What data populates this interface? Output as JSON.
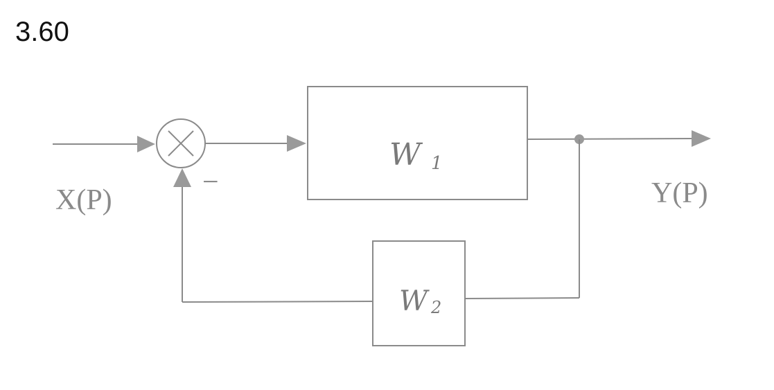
{
  "figure": {
    "number": "3.60"
  },
  "signals": {
    "input_label": "X(P)",
    "output_label": "Y(P)",
    "feedback_sign": "−"
  },
  "blocks": {
    "forward": {
      "main": "W",
      "sub": "1"
    },
    "feedback": {
      "main": "W",
      "sub": "2"
    }
  },
  "colors": {
    "line": "#8a8a8a",
    "arrow": "#9a9a9a",
    "text": "#111111"
  }
}
